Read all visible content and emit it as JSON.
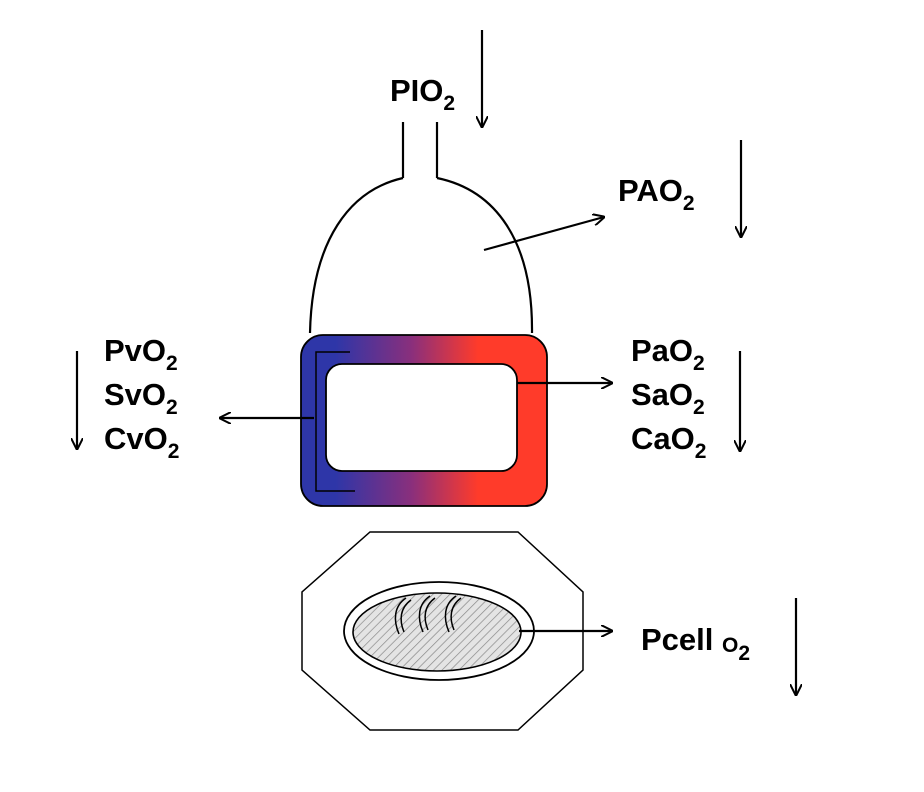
{
  "colors": {
    "venous": "#2e36a8",
    "mixed": "#8a2f7c",
    "arterial": "#ff3b2a",
    "stroke": "#000000",
    "background": "#ffffff",
    "cell_fill": "#d8d8d8"
  },
  "labels": {
    "inspired": {
      "main": "PIO",
      "sub": "2"
    },
    "alveolar": {
      "main": "PAO",
      "sub": "2"
    },
    "venous": [
      {
        "main": "PvO",
        "sub": "2"
      },
      {
        "main": "SvO",
        "sub": "2"
      },
      {
        "main": "CvO",
        "sub": "2"
      }
    ],
    "arterial": [
      {
        "main": "PaO",
        "sub": "2"
      },
      {
        "main": "SaO",
        "sub": "2"
      },
      {
        "main": "CaO",
        "sub": "2"
      }
    ],
    "cell": {
      "main": "Pcell ",
      "mid": "O",
      "sub": "2"
    }
  }
}
